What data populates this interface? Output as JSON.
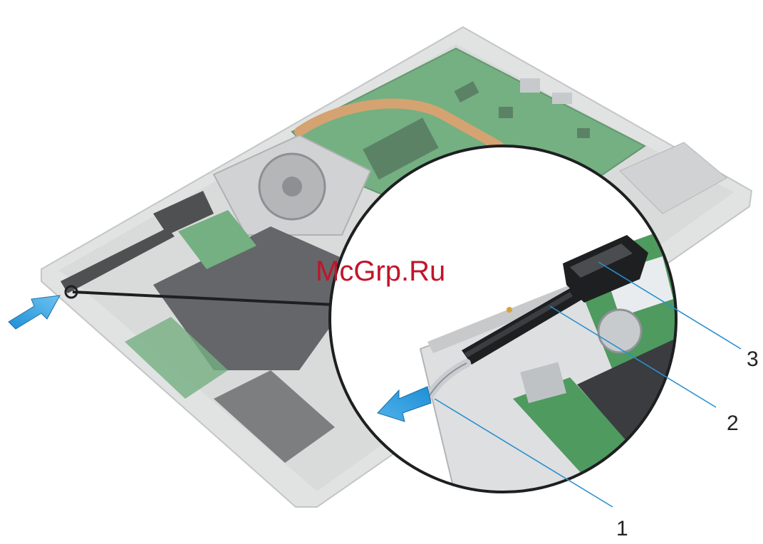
{
  "watermark": "McGrp.Ru",
  "callouts": [
    {
      "number": "1",
      "part": "cable"
    },
    {
      "number": "2",
      "part": "cable-holder"
    },
    {
      "number": "3",
      "part": "hinge-cap"
    }
  ],
  "colors": {
    "pcb_green": "#4e9a5f",
    "chassis_gray": "#d9dadb",
    "battery_dark": "#3a3c3f",
    "copper": "#c98a4a",
    "hinge_black": "#1e1f21",
    "arrow_blue": "#1e8fd6",
    "leader_blue": "#2a8fd0",
    "watermark_red": "#c0152a"
  },
  "arrows": [
    {
      "icon": "arrow-icon",
      "direction": "push-in"
    },
    {
      "icon": "arrow-icon",
      "direction": "pull-out"
    }
  ]
}
